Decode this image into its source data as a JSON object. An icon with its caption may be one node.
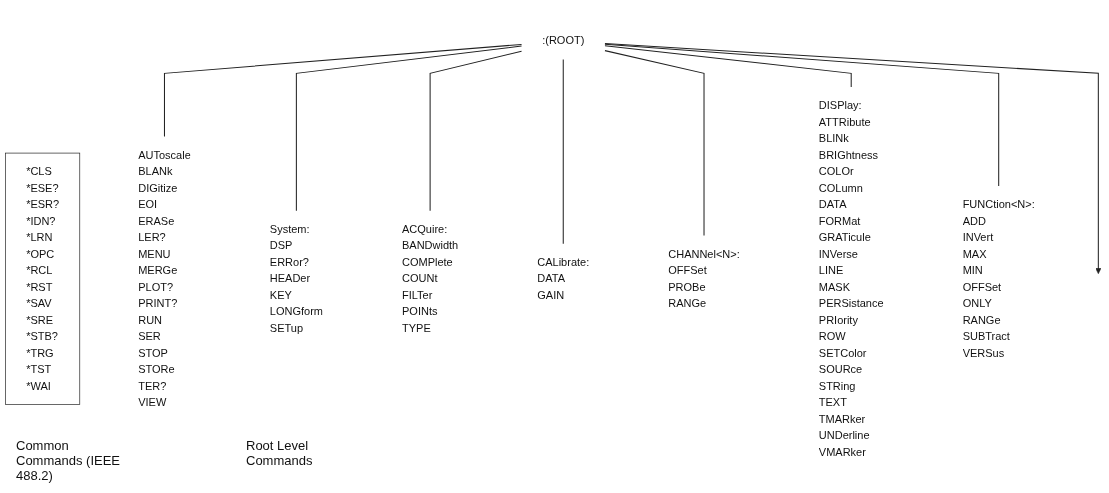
{
  "diagram": {
    "nodes": [
      {
        "text": [
          ":(ROOT)"
        ]
      },
      {
        "text": [
          "*CLS",
          "*ESE?",
          "*ESR?",
          "*IDN?",
          "*LRN",
          "*OPC",
          "*RCL",
          "*RST",
          "*SAV",
          "*SRE",
          "*STB?",
          "*TRG",
          "*TST",
          "*WAI"
        ]
      },
      {
        "text": [
          "AUToscale",
          "BLANk",
          "DIGitize",
          "EOI",
          "ERASe",
          "LER?",
          "MENU",
          "MERGe",
          "PLOT?",
          "PRINT?",
          "RUN",
          "SER",
          "STOP",
          "STORe",
          "TER?",
          "VIEW"
        ]
      },
      {
        "text": [
          "System:",
          "DSP",
          "ERRor?",
          "HEADer",
          "KEY",
          "LONGform",
          "SETup"
        ]
      },
      {
        "text": [
          "ACQuire:",
          "BANDwidth",
          "COMPlete",
          "COUNt",
          "FILTer",
          "POINts",
          "TYPE"
        ]
      },
      {
        "text": [
          "CALibrate:",
          "DATA",
          "GAIN"
        ]
      },
      {
        "text": [
          "CHANNel<N>:",
          "OFFSet",
          "PROBe",
          "RANGe"
        ]
      },
      {
        "text": [
          "DISPlay:",
          "ATTRibute",
          "BLINk",
          "BRIGhtness",
          "COLOr",
          "COLumn",
          "DATA",
          "FORMat",
          "GRATicule",
          "INVerse",
          "LINE",
          "MASK",
          "PERSistance",
          "PRIority",
          "ROW",
          "SETColor",
          "SOURce",
          "STRing",
          "TEXT",
          "TMARker",
          "UNDerline",
          "VMARker"
        ]
      },
      {
        "text": [
          "FUNCtion<N>:",
          "ADD",
          "INVert",
          "MAX",
          "MIN",
          "OFFSet",
          "ONLY",
          "RANGe",
          "SUBTract",
          "VERSus"
        ]
      }
    ],
    "edges": [
      {
        "from": 0,
        "to": 2,
        "arrow": "none"
      },
      {
        "from": 0,
        "to": 3,
        "arrow": "none"
      },
      {
        "from": 0,
        "to": 4,
        "arrow": "none"
      },
      {
        "from": 0,
        "to": 5,
        "arrow": "none"
      },
      {
        "from": 0,
        "to": 6,
        "arrow": "none"
      },
      {
        "from": 0,
        "to": 7,
        "arrow": "none"
      },
      {
        "from": 0,
        "to": 8,
        "arrow": "none"
      },
      {
        "from": 0,
        "to": null,
        "arrow": "to"
      }
    ],
    "labels": [
      "Common Commands (IEEE 488.2)",
      "Root Level Commands"
    ]
  }
}
